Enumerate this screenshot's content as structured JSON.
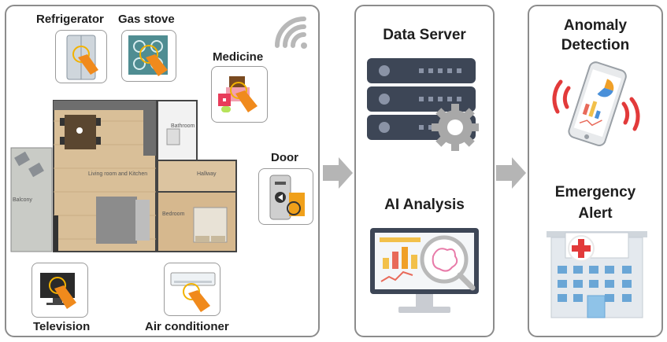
{
  "home": {
    "devices": {
      "refrigerator": "Refrigerator",
      "gas_stove": "Gas stove",
      "medicine": "Medicine",
      "door": "Door",
      "television": "Television",
      "air_conditioner": "Air conditioner"
    },
    "rooms": {
      "balcony": "Balcony",
      "living_kitchen": "Living room and Kitchen",
      "bathroom": "Bathroom",
      "hallway": "Hallway",
      "bedroom": "Bedroom"
    }
  },
  "server": {
    "data_server": "Data Server",
    "ai_analysis": "AI Analysis"
  },
  "output": {
    "anomaly_line1": "Anomaly",
    "anomaly_line2": "Detection",
    "emergency_line1": "Emergency",
    "emergency_line2": "Alert"
  },
  "colors": {
    "panel_border": "#8c8c8c",
    "arrow": "#b5b5b5",
    "server_rack": "#3d4656",
    "alert_red": "#e23a3a"
  }
}
